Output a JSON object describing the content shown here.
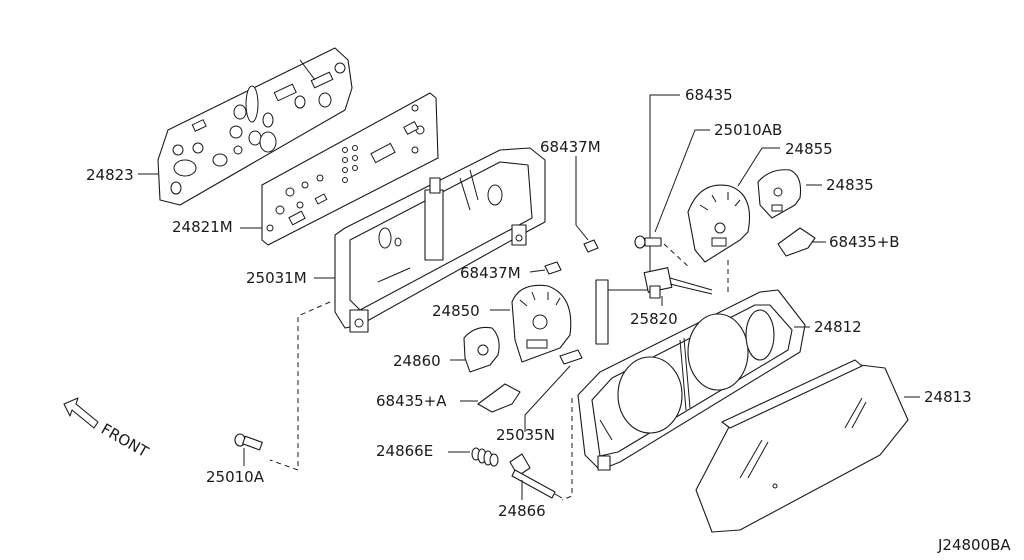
{
  "diagram": {
    "code": "J24800BA",
    "front_label": "FRONT",
    "parts": {
      "p24823": "24823",
      "p24821M": "24821M",
      "p25031M": "25031M",
      "p68437M_a": "68437M",
      "p68437M_b": "68437M",
      "p68435": "68435",
      "p25010AB": "25010AB",
      "p24855": "24855",
      "p24835": "24835",
      "p68435B": "68435+B",
      "p24850": "24850",
      "p25820": "25820",
      "p24812": "24812",
      "p24860": "24860",
      "p68435A": "68435+A",
      "p24813": "24813",
      "p25035N": "25035N",
      "p24866E": "24866E",
      "p25010A": "25010A",
      "p24866": "24866"
    }
  }
}
